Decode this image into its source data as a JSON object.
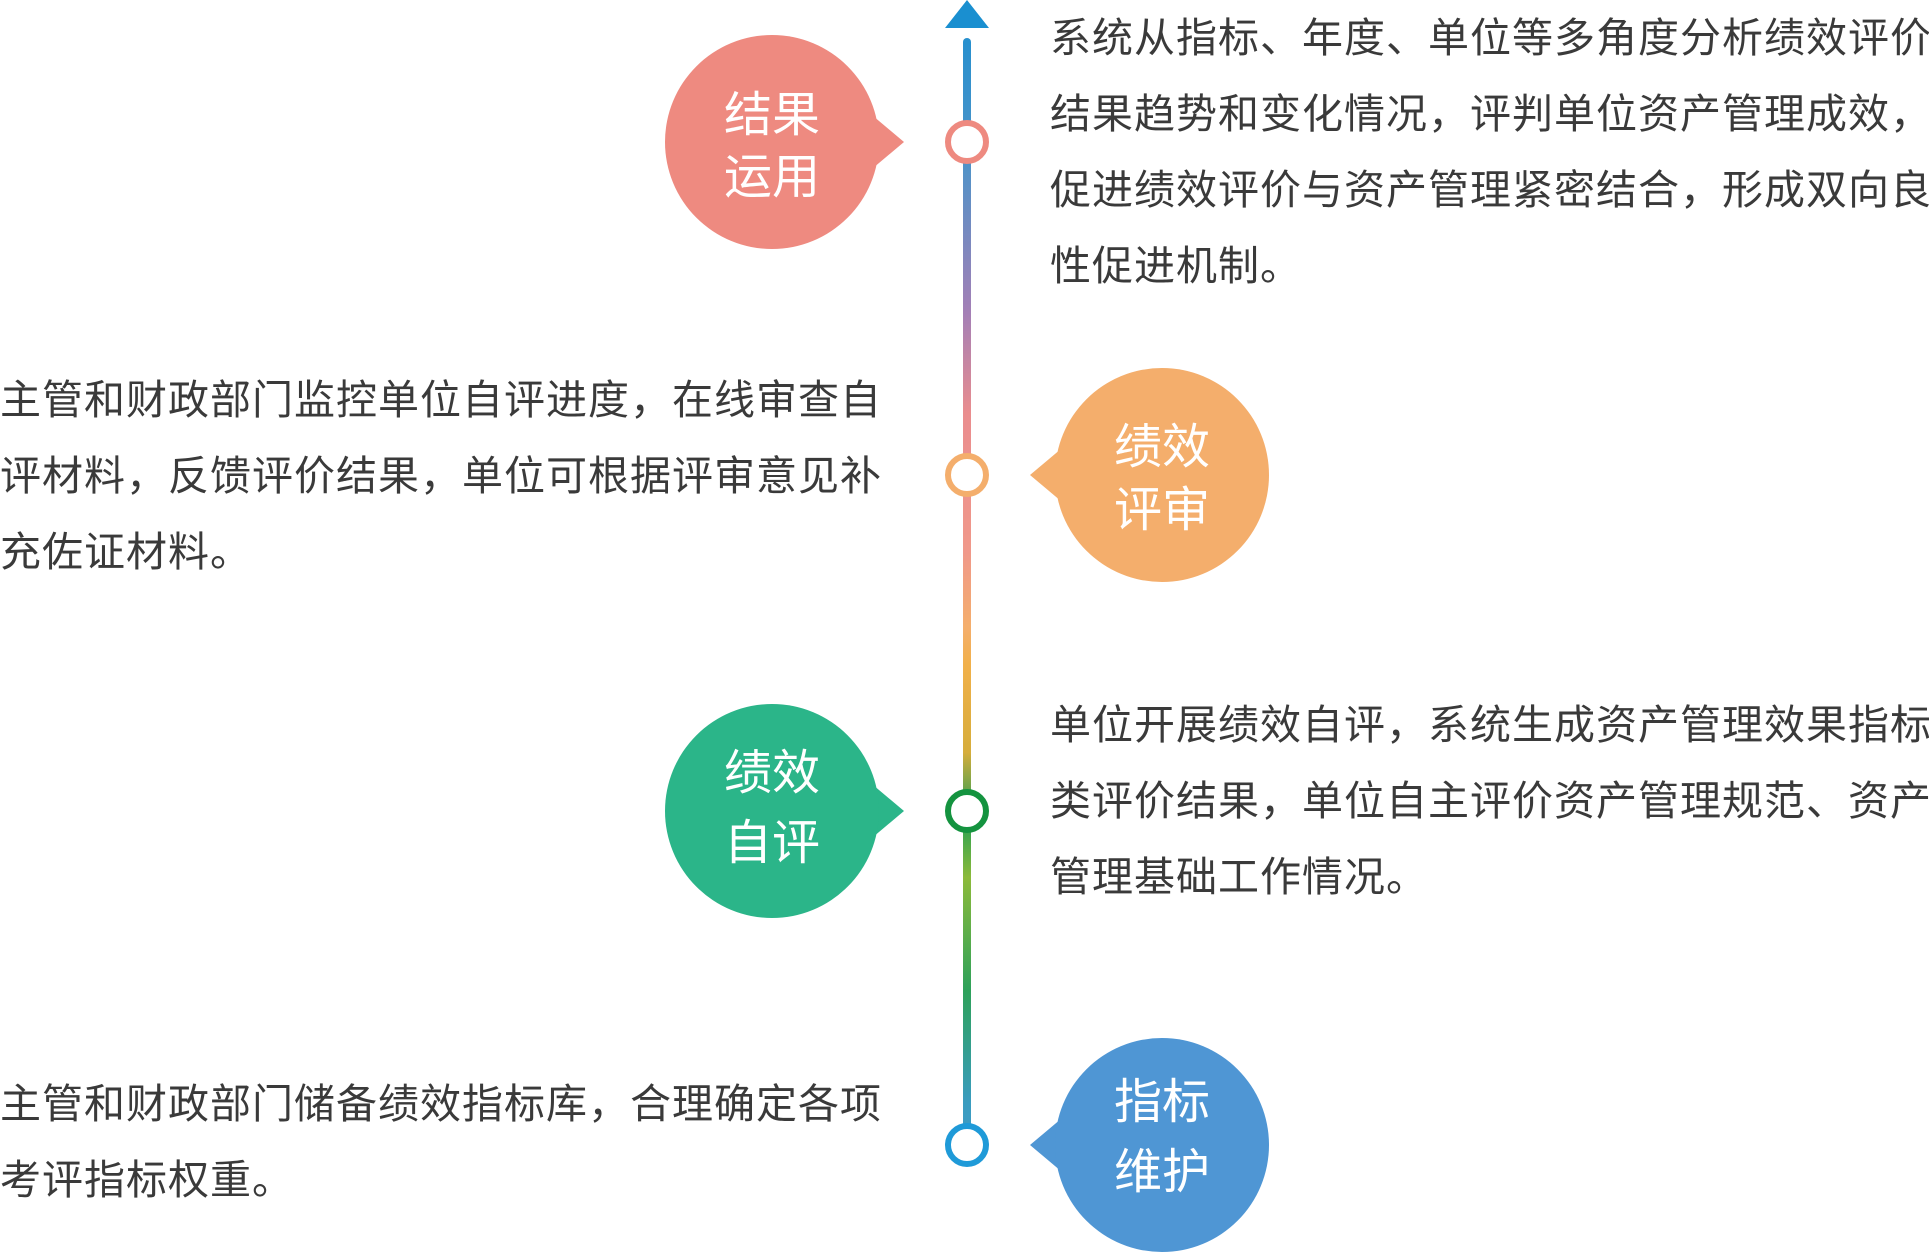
{
  "colors": {
    "results": "#ee8a80",
    "review": "#f4ae6c",
    "self_eval": "#2bb589",
    "indicator": "#4f96d4",
    "arrow": "#1a8fd0",
    "text": "#3a3a3a"
  },
  "stages": [
    {
      "key": "results",
      "label_line1": "结果",
      "label_line2": "运用",
      "description": [
        "系统从指标、年度、单位等多角度分析绩效评价",
        "结果趋势和变化情况，评判单位资产管理成效，",
        "促进绩效评价与资产管理紧密结合，形成双向良",
        "性促进机制。"
      ]
    },
    {
      "key": "review",
      "label_line1": "绩效",
      "label_line2": "评审",
      "description": [
        "主管和财政部门监控单位自评进度，在线审查自",
        "评材料，反馈评价结果，单位可根据评审意见补",
        "充佐证材料。"
      ]
    },
    {
      "key": "self_eval",
      "label_line1": "绩效",
      "label_line2": "自评",
      "description": [
        "单位开展绩效自评，系统生成资产管理效果指标",
        "类评价结果，单位自主评价资产管理规范、资产",
        "管理基础工作情况。"
      ]
    },
    {
      "key": "indicator",
      "label_line1": "指标",
      "label_line2": "维护",
      "description": [
        "主管和财政部门储备绩效指标库，合理确定各项",
        "考评指标权重。"
      ]
    }
  ]
}
